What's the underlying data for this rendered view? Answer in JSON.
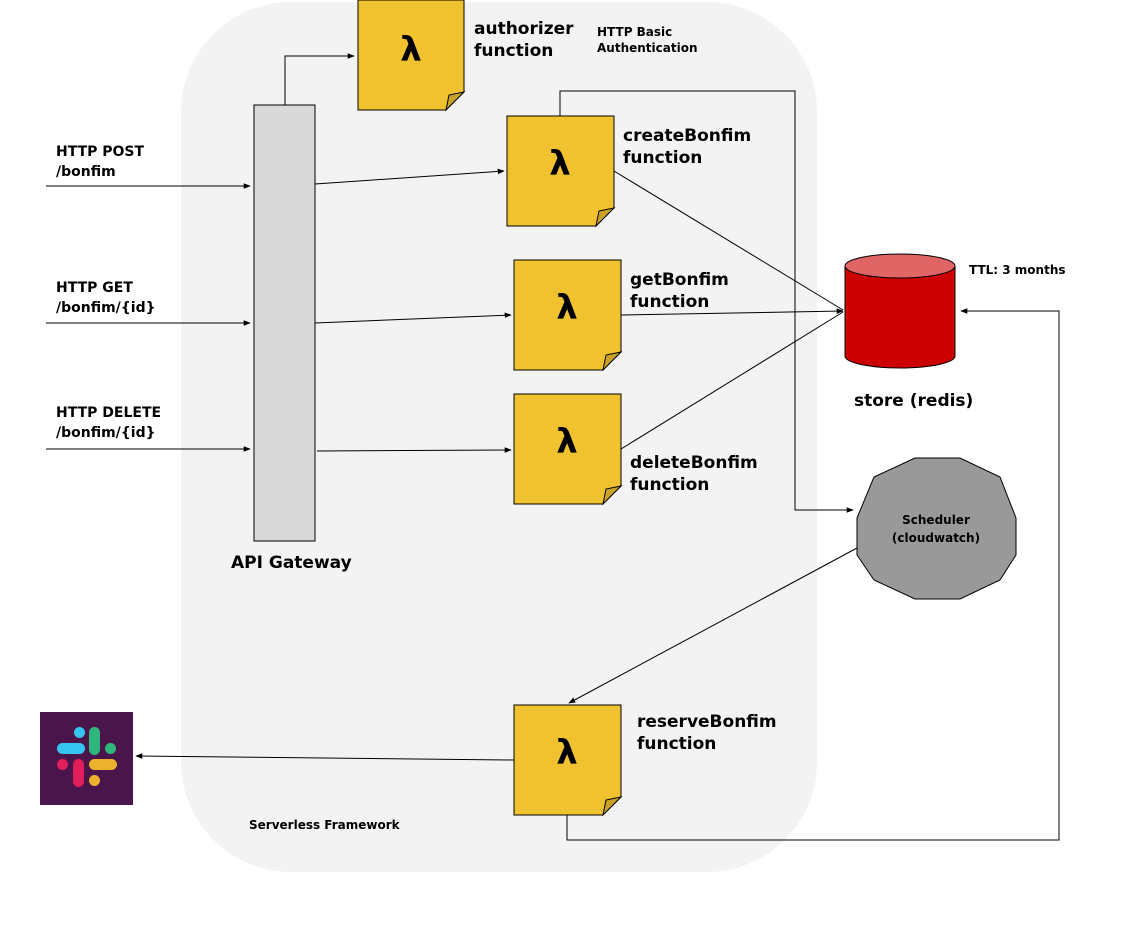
{
  "framework": {
    "label": "Serverless Framework"
  },
  "gateway": {
    "label": "API Gateway"
  },
  "requests": [
    {
      "line1": "HTTP POST",
      "line2": "/bonfim"
    },
    {
      "line1": "HTTP GET",
      "line2": "/bonfim/{id}"
    },
    {
      "line1": "HTTP DELETE",
      "line2": "/bonfim/{id}"
    }
  ],
  "functions": {
    "authorizer": {
      "line1": "authorizer",
      "line2": "function",
      "symbol": "λ",
      "note1": "HTTP Basic",
      "note2": "Authentication"
    },
    "create": {
      "line1": "createBonfim",
      "line2": "function",
      "symbol": "λ"
    },
    "get": {
      "line1": "getBonfim",
      "line2": "function",
      "symbol": "λ"
    },
    "delete": {
      "line1": "deleteBonfim",
      "line2": "function",
      "symbol": "λ"
    },
    "reserve": {
      "line1": "reserveBonfim",
      "line2": "function",
      "symbol": "λ"
    }
  },
  "store": {
    "label": "store (redis)",
    "ttl": "TTL: 3 months"
  },
  "scheduler": {
    "line1": "Scheduler",
    "line2": "(cloudwatch)"
  },
  "colors": {
    "lambda_fill": "#F0C230",
    "store_fill": "#CC0000",
    "store_top": "#E06666",
    "scheduler_fill": "#999999",
    "gateway_fill": "#D9D9D9",
    "framework_fill": "#F3F3F3",
    "slack_bg": "#4A154B"
  }
}
